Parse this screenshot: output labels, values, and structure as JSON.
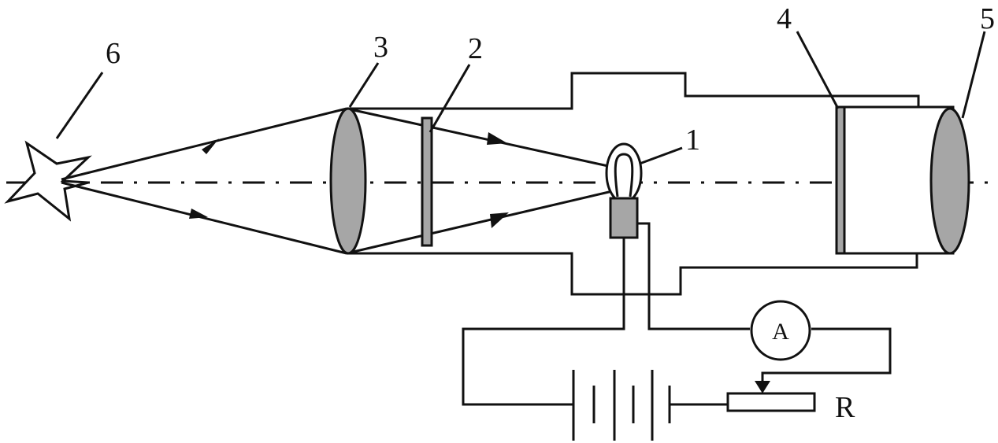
{
  "labels": {
    "filament": "1",
    "filter": "2",
    "lens": "3",
    "screen": "4",
    "eyepiece": "5",
    "star": "6",
    "ammeter": "A",
    "rheostat": "R"
  },
  "colors": {
    "stroke": "#111111",
    "optic_fill": "#a6a6a6",
    "background": "#ffffff"
  }
}
